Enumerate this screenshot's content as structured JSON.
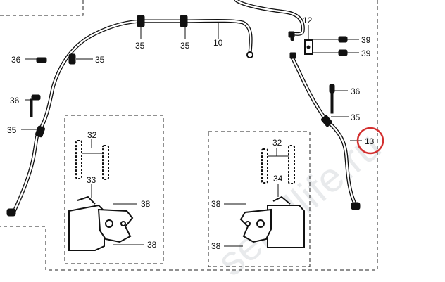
{
  "labels": {
    "l35a": "35",
    "l35b": "35",
    "l10": "10",
    "l12": "12",
    "l39a": "39",
    "l39b": "39",
    "l36a": "36",
    "l35c": "35",
    "l36b": "36",
    "l35d": "35",
    "l36c": "36",
    "l35e": "35",
    "l13": "13",
    "l32a": "32",
    "l33": "33",
    "l38a": "38",
    "l38b": "38",
    "l32b": "32",
    "l34": "34",
    "l38c": "38",
    "l38d": "38"
  },
  "highlight": {
    "label": "13",
    "color": "#d32f2f"
  },
  "watermark": {
    "text": "seriellife.ru"
  },
  "colors": {
    "line": "#111111",
    "box": "#222222",
    "background": "#ffffff"
  }
}
